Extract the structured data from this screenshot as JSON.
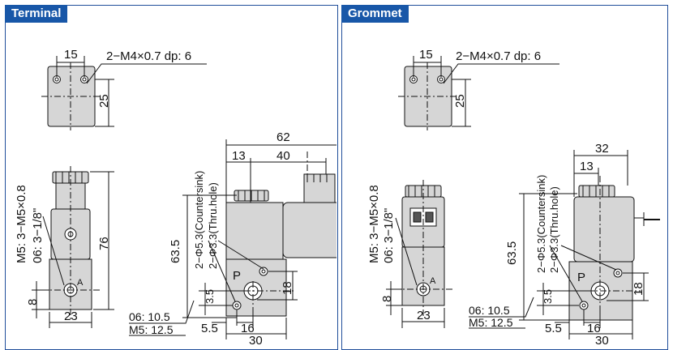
{
  "panels": {
    "terminal": {
      "title": "Terminal",
      "top_view": {
        "width_dim": "15",
        "height_dim": "25",
        "thread_note": "2−M4×0.7 dp: 6"
      },
      "side_view": {
        "port_note_1": "M5: 3−M5×0.8",
        "port_note_2": "06: 3−1/8\"",
        "height_dim": "76",
        "port_a": "A",
        "bottom_dim": "8",
        "width_dim": "23"
      },
      "front_view": {
        "top_overall": "62",
        "dim_13": "13",
        "dim_40": "40",
        "hole_note_1": "2−Φ5.3(Countersink)",
        "hole_note_2": "2−Φ3.3(Thru.hole)",
        "height_dim": "63.5",
        "port_p": "P",
        "dim_3_5": "3.5",
        "dim_18": "18",
        "dim_5_5": "5.5",
        "dim_16": "16",
        "dim_30": "30",
        "note_06": "06: 10.5",
        "note_m5": "M5: 12.5"
      }
    },
    "grommet": {
      "title": "Grommet",
      "top_view": {
        "width_dim": "15",
        "height_dim": "25",
        "thread_note": "2−M4×0.7 dp: 6"
      },
      "side_view": {
        "port_note_1": "M5: 3−M5×0.8",
        "port_note_2": "06: 3−1/8\"",
        "port_a": "A",
        "bottom_dim": "8",
        "width_dim": "23"
      },
      "front_view": {
        "top_overall": "32",
        "dim_13": "13",
        "hole_note_1": "2−Φ5.3(Countersink)",
        "hole_note_2": "2−Φ3.3(Thru.hole)",
        "height_dim": "63.5",
        "port_p": "P",
        "dim_3_5": "3.5",
        "dim_18": "18",
        "dim_5_5": "5.5",
        "dim_16": "16",
        "dim_30": "30",
        "note_06": "06: 10.5",
        "note_m5": "M5: 12.5"
      }
    }
  },
  "colors": {
    "frame": "#1f4e9a",
    "tag_bg": "#1857a8",
    "body_fill": "#d6d6d6",
    "outline": "#111111"
  }
}
